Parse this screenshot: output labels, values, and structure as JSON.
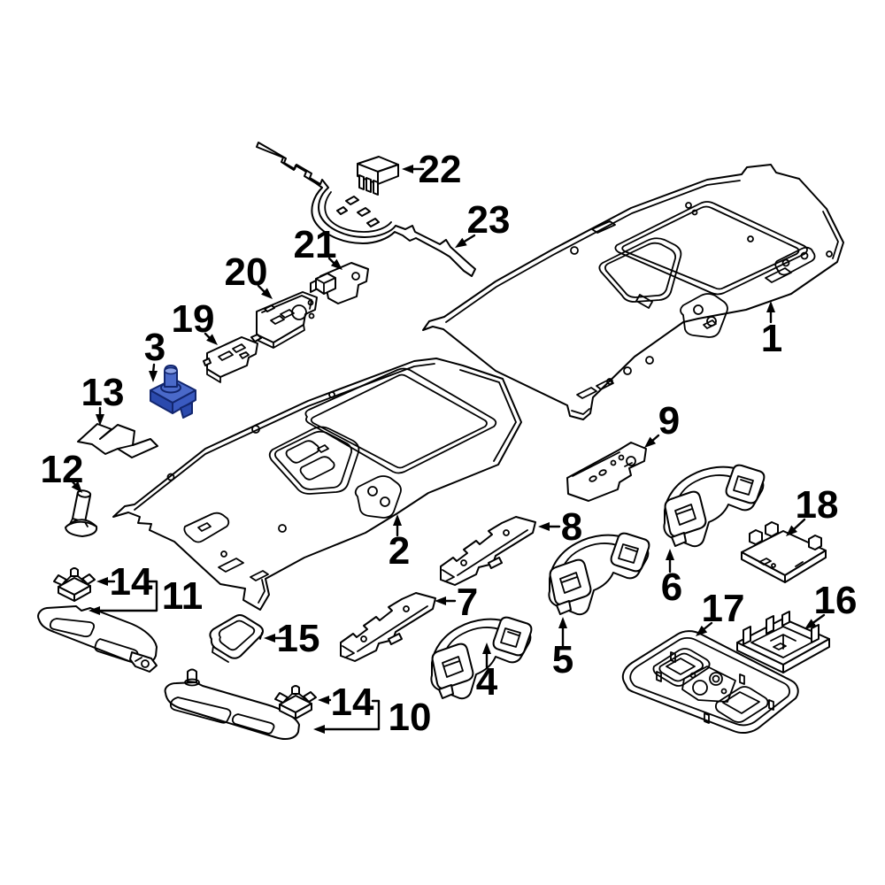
{
  "diagram": {
    "background_color": "#ffffff",
    "line_color": "#000000",
    "highlight_fill": "#4a69c9",
    "highlight_shadow": "#2b4aad",
    "highlight_side": "#3a5ac0",
    "highlight_top": "#8aa0e4",
    "highlight_outline": "#12266e",
    "highlighted_part_label": "3",
    "callouts": [
      {
        "label": "1"
      },
      {
        "label": "2"
      },
      {
        "label": "3"
      },
      {
        "label": "4"
      },
      {
        "label": "5"
      },
      {
        "label": "6"
      },
      {
        "label": "7"
      },
      {
        "label": "8"
      },
      {
        "label": "9"
      },
      {
        "label": "10"
      },
      {
        "label": "11"
      },
      {
        "label": "12"
      },
      {
        "label": "13"
      },
      {
        "label": "14"
      },
      {
        "label": "14"
      },
      {
        "label": "15"
      },
      {
        "label": "16"
      },
      {
        "label": "17"
      },
      {
        "label": "18"
      },
      {
        "label": "19"
      },
      {
        "label": "20"
      },
      {
        "label": "21"
      },
      {
        "label": "22"
      },
      {
        "label": "23"
      }
    ]
  }
}
